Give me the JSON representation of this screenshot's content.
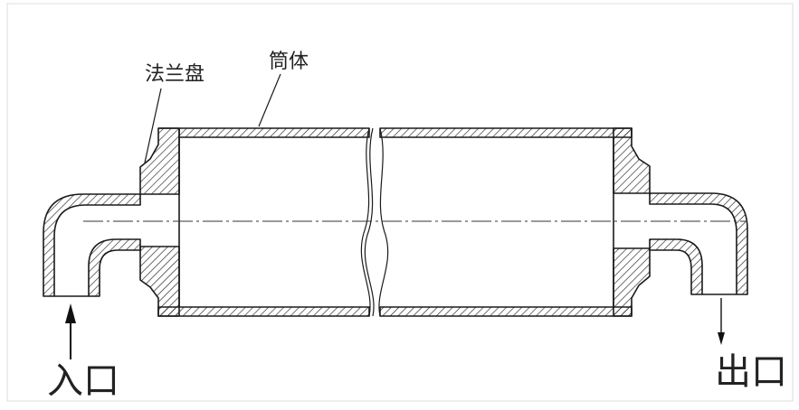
{
  "labels": {
    "flange": "法兰盘",
    "shell": "筒体",
    "inlet": "入口",
    "outlet": "出口"
  },
  "colors": {
    "line": "#1a1a1a",
    "hatch": "#222222",
    "centerline": "#333333",
    "background": "#ffffff"
  }
}
